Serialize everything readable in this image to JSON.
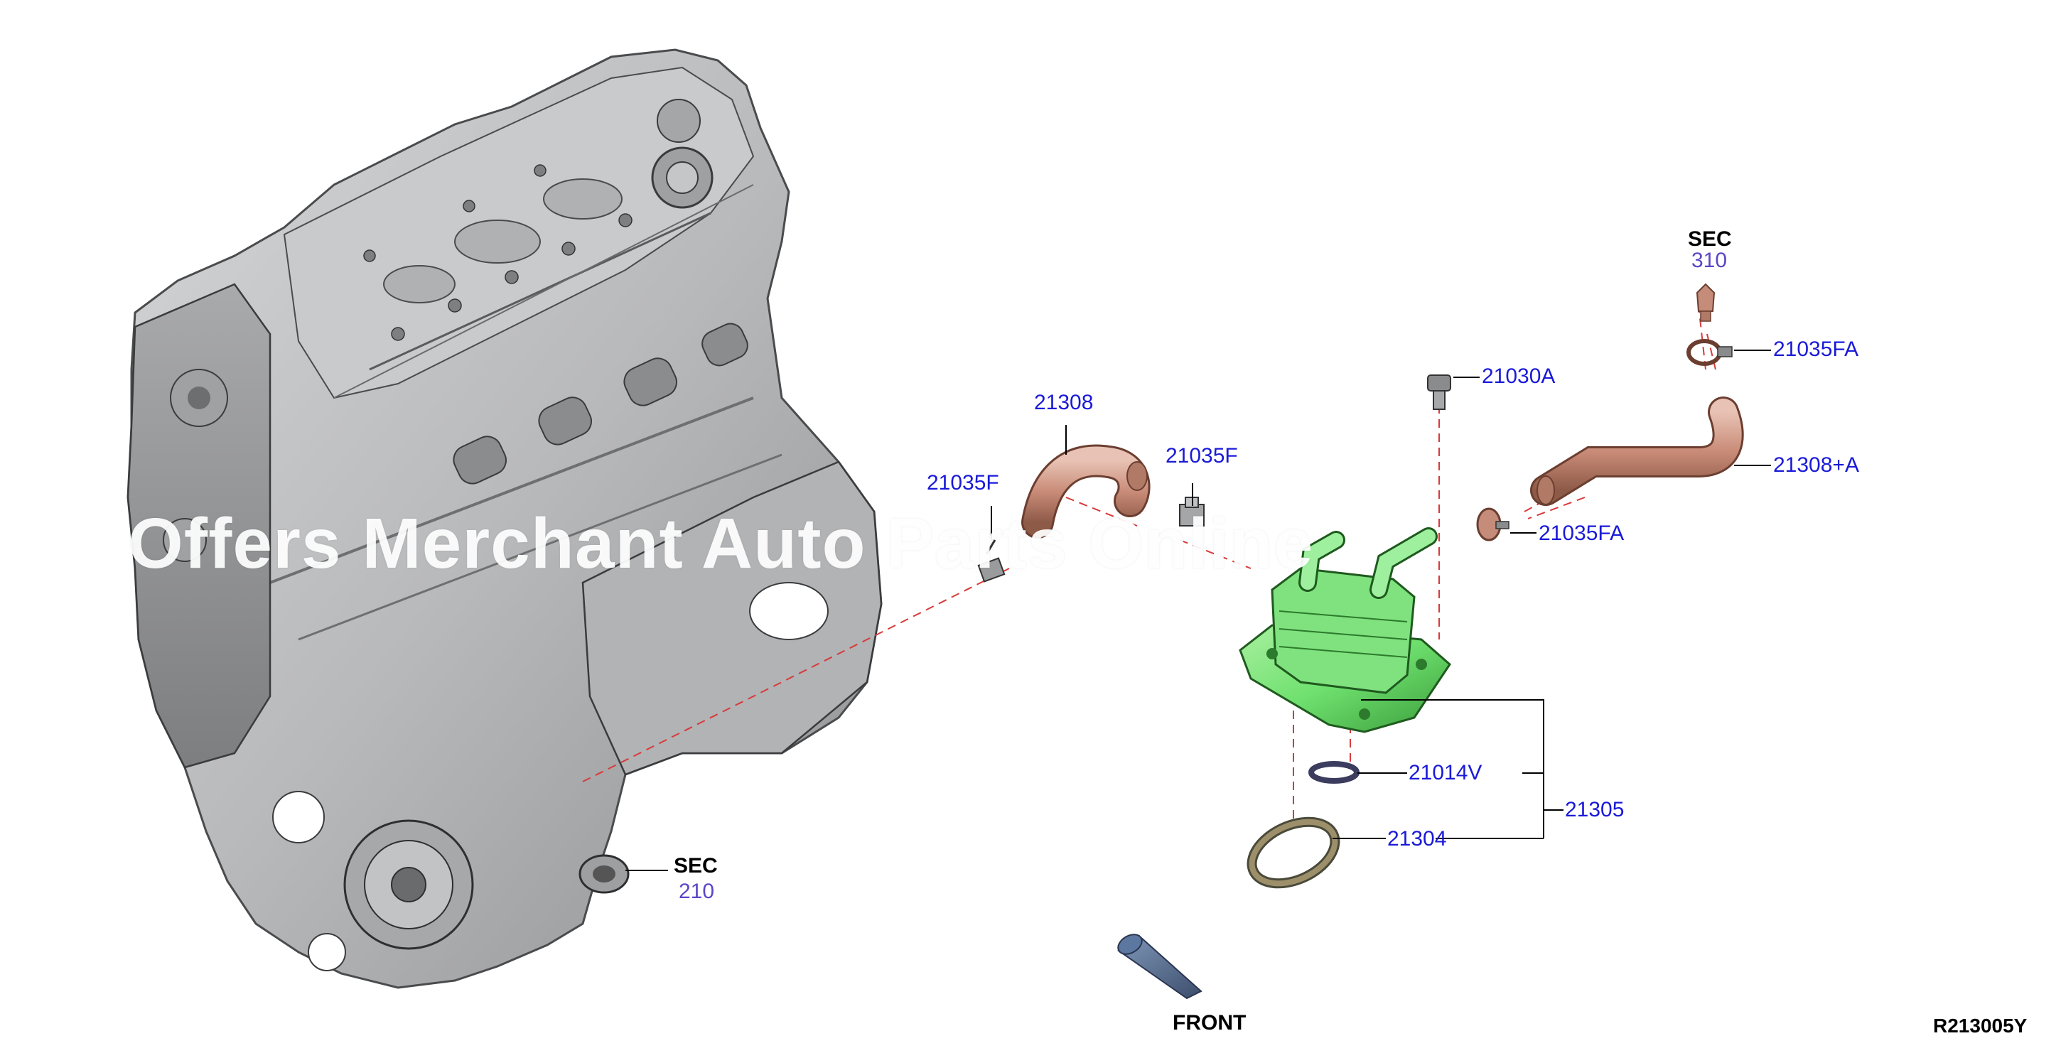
{
  "callouts": {
    "c21308": "21308",
    "c21035F_left": "21035F",
    "c21035F_right": "21035F",
    "c21030A": "21030A",
    "c21035FA_top": "21035FA",
    "c21308A": "21308+A",
    "c21035FA_mid": "21035FA",
    "c21014V": "21014V",
    "c21305": "21305",
    "c21304": "21304"
  },
  "sections": {
    "sec_top": {
      "label": "SEC",
      "number": "310"
    },
    "sec_bottom": {
      "label": "SEC",
      "number": "210"
    }
  },
  "front_label": "FRONT",
  "diagram_ref": "R213005Y",
  "watermark": "Offers Merchant Auto Parts Online",
  "colors": {
    "callout_text": "#1a1ad8",
    "leader_line": "#000000",
    "dashed_line": "#d83a3a",
    "engine_gray": "#bfc0c2",
    "oil_cooler_green": "#6ee06e",
    "hose_copper": "#c98c78"
  }
}
